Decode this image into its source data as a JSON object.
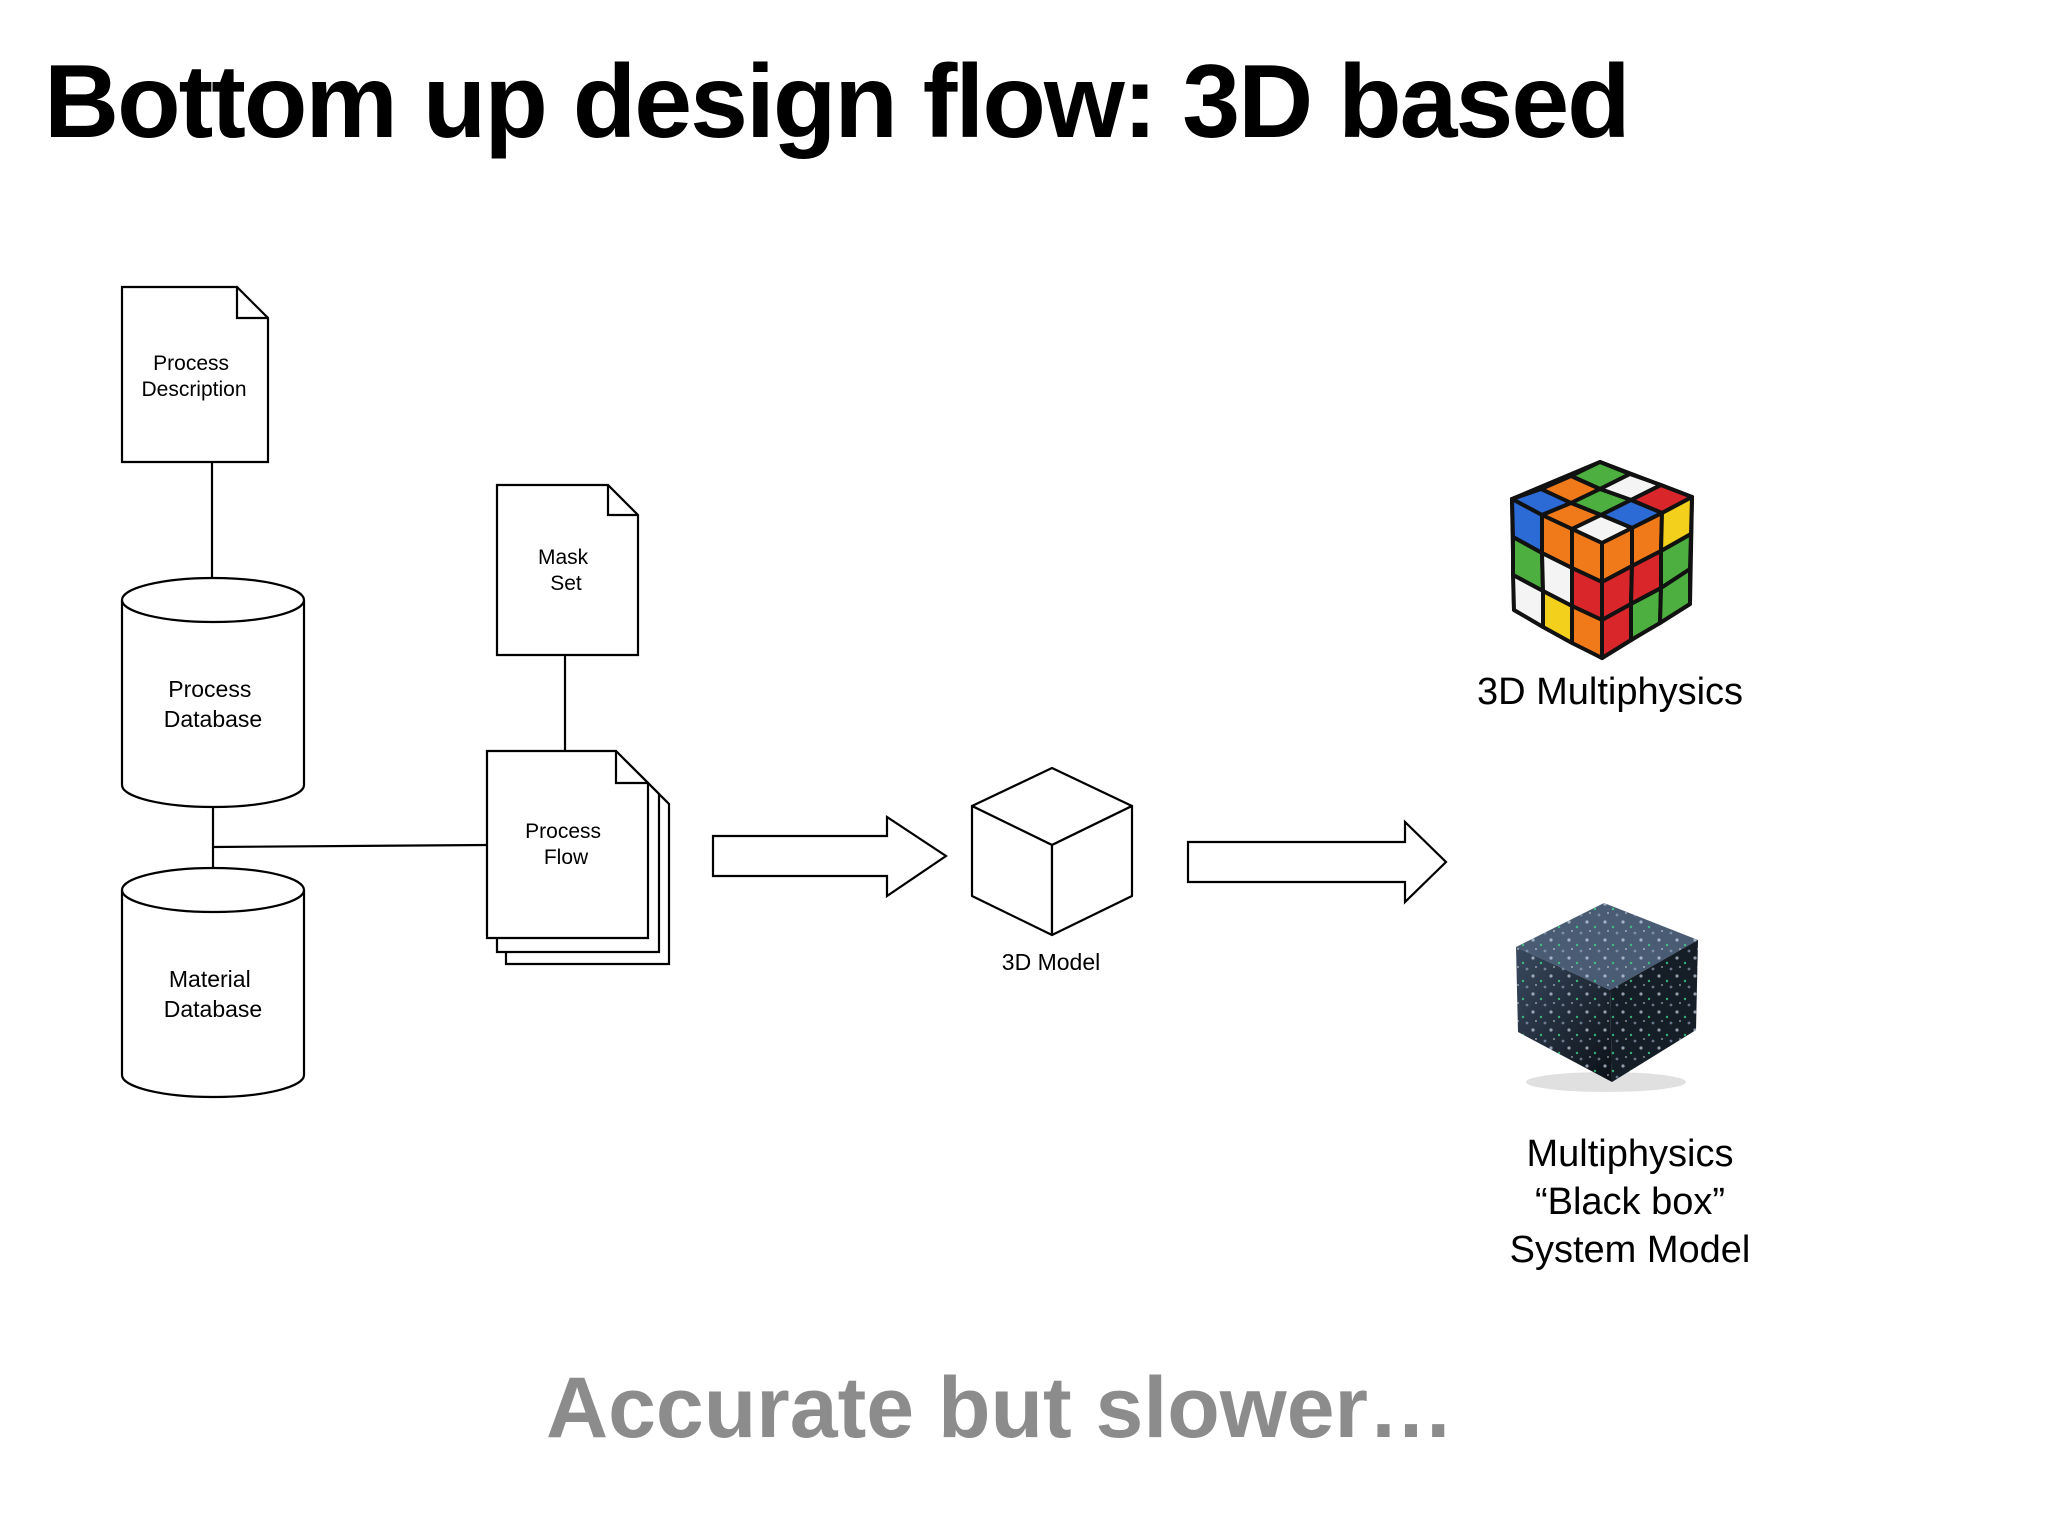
{
  "title": "Bottom up design flow: 3D based",
  "nodes": {
    "process_description": [
      "Process",
      "Description"
    ],
    "mask_set": [
      "Mask",
      "Set"
    ],
    "process_database": [
      "Process",
      "Database"
    ],
    "material_database": [
      "Material",
      "Database"
    ],
    "process_flow": [
      "Process",
      "Flow"
    ],
    "model_3d": "3D Model"
  },
  "outputs": {
    "multiphysics_3d": "3D Multiphysics",
    "black_box": [
      "Multiphysics",
      "“Black box”",
      "System Model"
    ]
  },
  "footer": "Accurate but slower…",
  "colors": {
    "title": "#000000",
    "stroke": "#000000",
    "footer": "#8c8c8c",
    "cube_red": "#d8262b",
    "cube_green": "#4caf3f",
    "cube_blue": "#2c6bd6",
    "cube_orange": "#f07a1a",
    "cube_yellow": "#f3d01b",
    "cube_white": "#f4f4f4",
    "blackbox_green": "#3cd68a"
  },
  "icons": [
    "document-icon",
    "database-icon",
    "stacked-documents-icon",
    "arrow-right-icon",
    "wireframe-cube-icon",
    "rubiks-cube-icon",
    "black-box-cube-icon"
  ]
}
